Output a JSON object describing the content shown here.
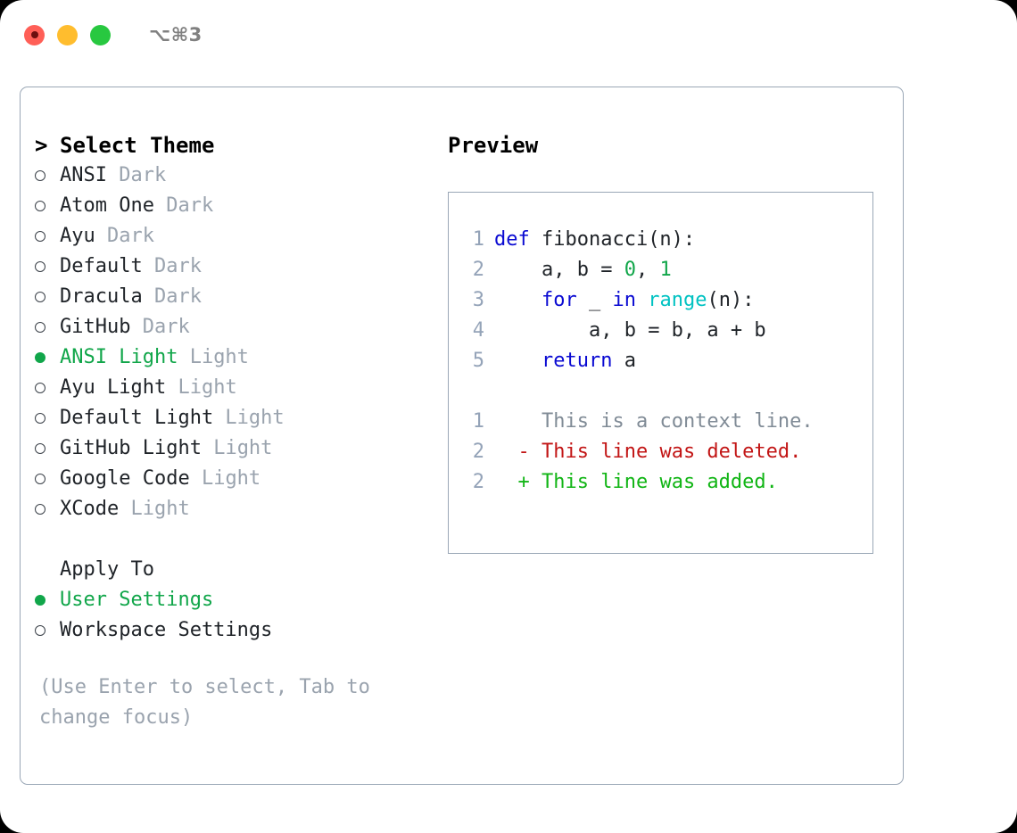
{
  "window": {
    "shortcut": "⌥⌘3",
    "traffic_lights": [
      {
        "name": "close",
        "color": "#ff5f57"
      },
      {
        "name": "minimize",
        "color": "#ffbd2e"
      },
      {
        "name": "maximize",
        "color": "#28c840"
      }
    ]
  },
  "theme_picker": {
    "marker": ">",
    "header": "Select Theme",
    "themes": [
      {
        "marker": "○",
        "name": "ANSI",
        "variant": "Dark",
        "selected": false
      },
      {
        "marker": "○",
        "name": "Atom One",
        "variant": "Dark",
        "selected": false
      },
      {
        "marker": "○",
        "name": "Ayu",
        "variant": "Dark",
        "selected": false
      },
      {
        "marker": "○",
        "name": "Default",
        "variant": "Dark",
        "selected": false
      },
      {
        "marker": "○",
        "name": "Dracula",
        "variant": "Dark",
        "selected": false
      },
      {
        "marker": "○",
        "name": "GitHub",
        "variant": "Dark",
        "selected": false
      },
      {
        "marker": "●",
        "name": "ANSI Light",
        "variant": "Light",
        "selected": true
      },
      {
        "marker": "○",
        "name": "Ayu Light",
        "variant": "Light",
        "selected": false
      },
      {
        "marker": "○",
        "name": "Default Light",
        "variant": "Light",
        "selected": false
      },
      {
        "marker": "○",
        "name": "GitHub Light",
        "variant": "Light",
        "selected": false
      },
      {
        "marker": "○",
        "name": "Google Code",
        "variant": "Light",
        "selected": false
      },
      {
        "marker": "○",
        "name": "XCode",
        "variant": "Light",
        "selected": false
      }
    ]
  },
  "apply_to": {
    "header": "Apply To",
    "options": [
      {
        "marker": "●",
        "label": "User Settings",
        "selected": true
      },
      {
        "marker": "○",
        "label": "Workspace Settings",
        "selected": false
      }
    ]
  },
  "hint": "(Use Enter to select, Tab to change focus)",
  "preview": {
    "title": "Preview",
    "code_lines": [
      {
        "no": "1",
        "indent": "",
        "tokens": [
          {
            "t": "def ",
            "c": "kw"
          },
          {
            "t": "fibonacci(n):",
            "c": "txt"
          }
        ]
      },
      {
        "no": "2",
        "indent": "    ",
        "tokens": [
          {
            "t": "a, b = ",
            "c": "txt"
          },
          {
            "t": "0",
            "c": "num"
          },
          {
            "t": ", ",
            "c": "txt"
          },
          {
            "t": "1",
            "c": "num"
          }
        ]
      },
      {
        "no": "3",
        "indent": "    ",
        "tokens": [
          {
            "t": "for ",
            "c": "kw"
          },
          {
            "t": "_ ",
            "c": "txt"
          },
          {
            "t": "in ",
            "c": "kw"
          },
          {
            "t": "range",
            "c": "fn"
          },
          {
            "t": "(n):",
            "c": "txt"
          }
        ]
      },
      {
        "no": "4",
        "indent": "        ",
        "tokens": [
          {
            "t": "a, b = b, a + b",
            "c": "txt"
          }
        ]
      },
      {
        "no": "5",
        "indent": "    ",
        "tokens": [
          {
            "t": "return ",
            "c": "kw"
          },
          {
            "t": "a",
            "c": "txt"
          }
        ]
      }
    ],
    "diff_lines": [
      {
        "no": "1",
        "sign": " ",
        "text": "This is a context line.",
        "kind": "context"
      },
      {
        "no": "2",
        "sign": "-",
        "text": "This line was deleted.",
        "kind": "del"
      },
      {
        "no": "2",
        "sign": "+",
        "text": "This line was added.",
        "kind": "add"
      }
    ]
  },
  "colors": {
    "accent_green": "#11a64a",
    "muted": "#9aa3ae",
    "border": "#9aa7b6",
    "keyword": "#0a0ad2",
    "function": "#00c2c2",
    "number": "#11a64a",
    "diff_delete": "#c21515",
    "diff_add": "#11b515"
  }
}
